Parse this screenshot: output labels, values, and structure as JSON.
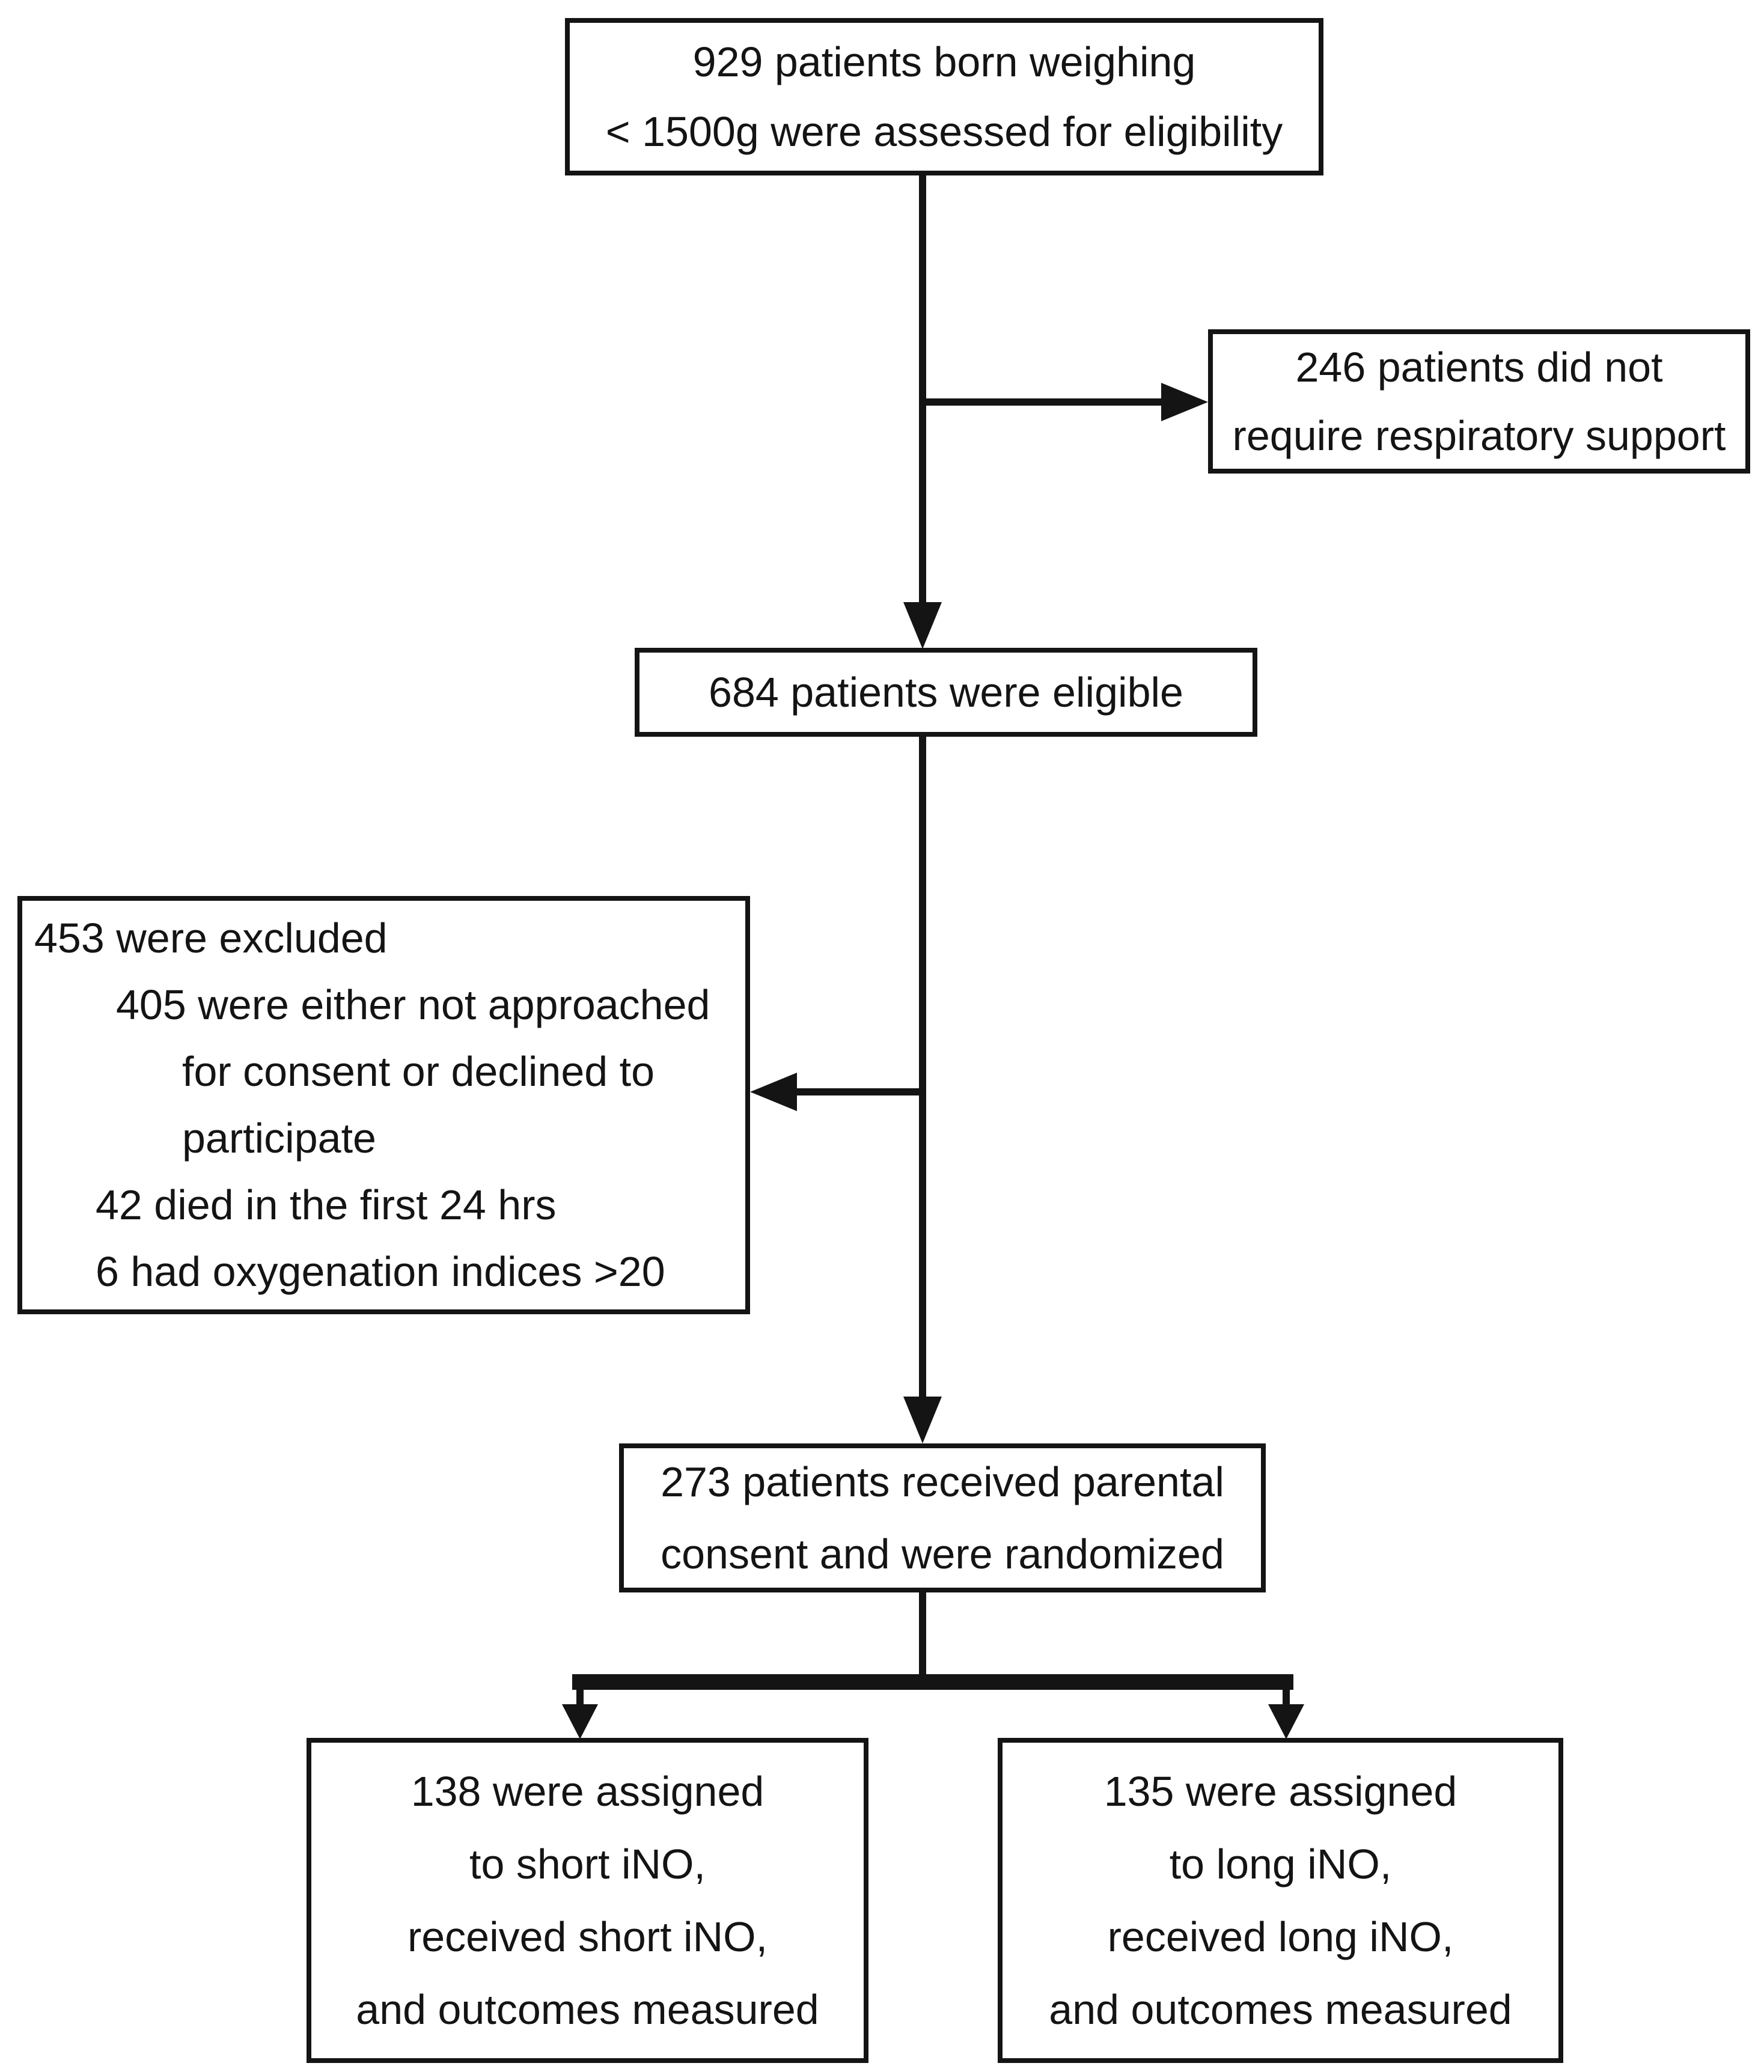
{
  "diagram": {
    "title": "CONSORT-style patient enrollment flowchart",
    "colors": {
      "line": "#141414",
      "text": "#141414",
      "background": "#ffffff",
      "box_fill": "#ffffff"
    },
    "boxes": {
      "assessed": {
        "line1": "929 patients born weighing",
        "line2": "< 1500g were assessed for eligibility"
      },
      "no_support": {
        "line1": "246 patients did not",
        "line2": "require respiratory support"
      },
      "eligible": {
        "line1": "684 patients were eligible"
      },
      "excluded": {
        "line1": "453 were excluded",
        "line2": "405 were either not approached",
        "line3": "for consent or declined to",
        "line4": "participate",
        "line5": "42 died in the first 24 hrs",
        "line6": "6 had oxygenation indices >20"
      },
      "randomized": {
        "line1": "273 patients received parental",
        "line2": "consent and were randomized"
      },
      "short_ino": {
        "line1": "138 were assigned",
        "line2": "to short iNO,",
        "line3": "received short iNO,",
        "line4": "and outcomes measured"
      },
      "long_ino": {
        "line1": "135 were assigned",
        "line2": "to long iNO,",
        "line3": "received long iNO,",
        "line4": "and outcomes measured"
      }
    }
  }
}
